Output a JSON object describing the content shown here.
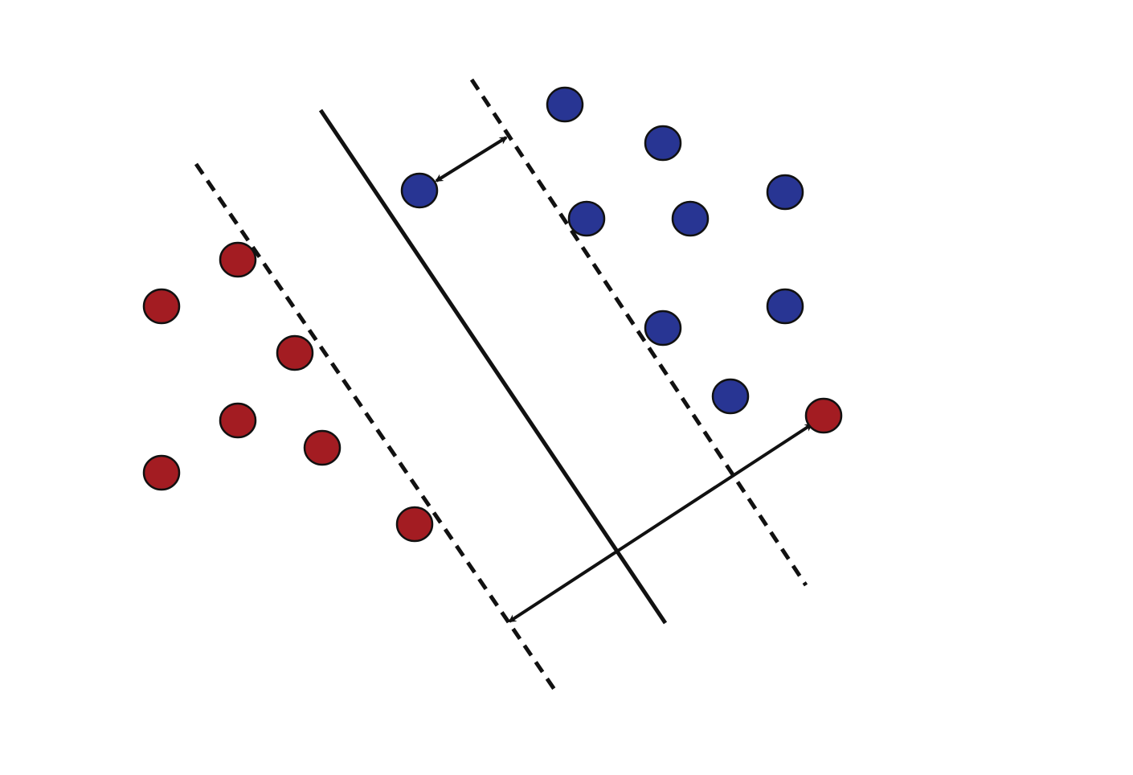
{
  "diagram": {
    "type": "svm-margin-illustration",
    "colors": {
      "class_positive": "#a31c22",
      "class_negative": "#283593",
      "outline": "#111111",
      "lines": "#111111"
    },
    "classes": [
      {
        "name": "red",
        "count": 8
      },
      {
        "name": "blue",
        "count": 9
      }
    ]
  }
}
